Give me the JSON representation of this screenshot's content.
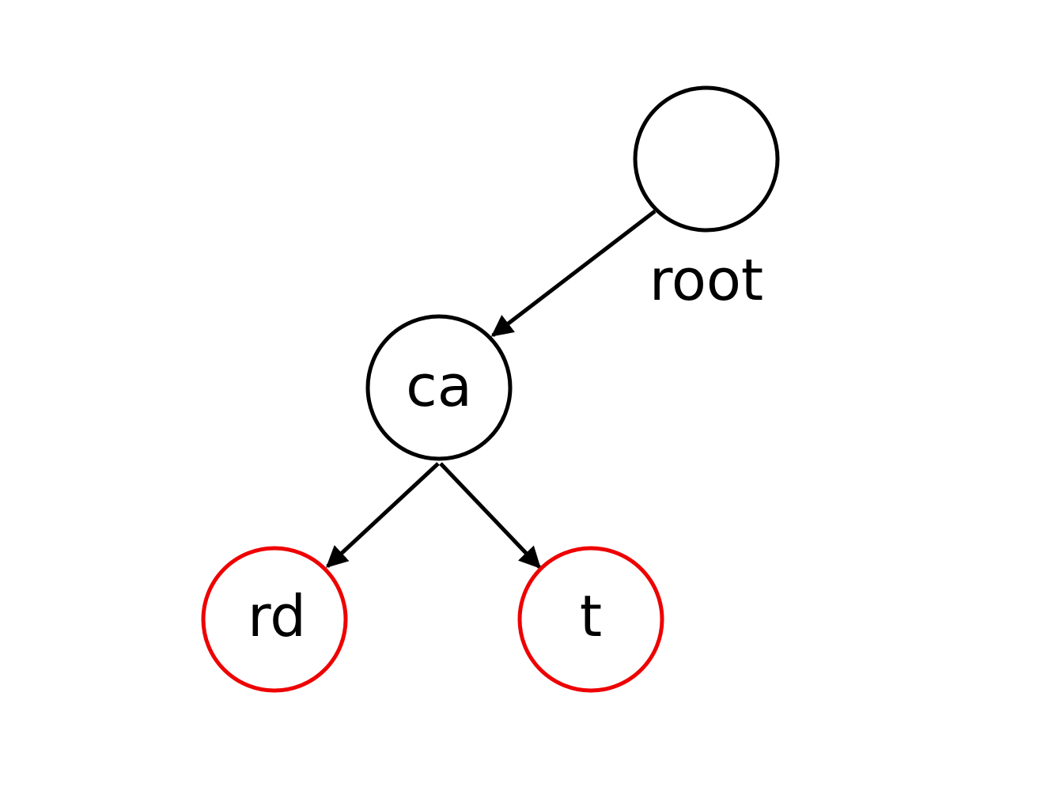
{
  "colors": {
    "default": "#000000",
    "highlight": "#ee0000",
    "background": "#ffffff"
  },
  "nodes": [
    {
      "id": "root",
      "label": "",
      "caption": "root",
      "highlighted": false
    },
    {
      "id": "ca",
      "label": "ca",
      "highlighted": false
    },
    {
      "id": "rd",
      "label": "rd",
      "highlighted": true
    },
    {
      "id": "t",
      "label": "t",
      "highlighted": true
    }
  ],
  "edges": [
    {
      "from": "root",
      "to": "ca"
    },
    {
      "from": "ca",
      "to": "rd"
    },
    {
      "from": "ca",
      "to": "t"
    }
  ]
}
